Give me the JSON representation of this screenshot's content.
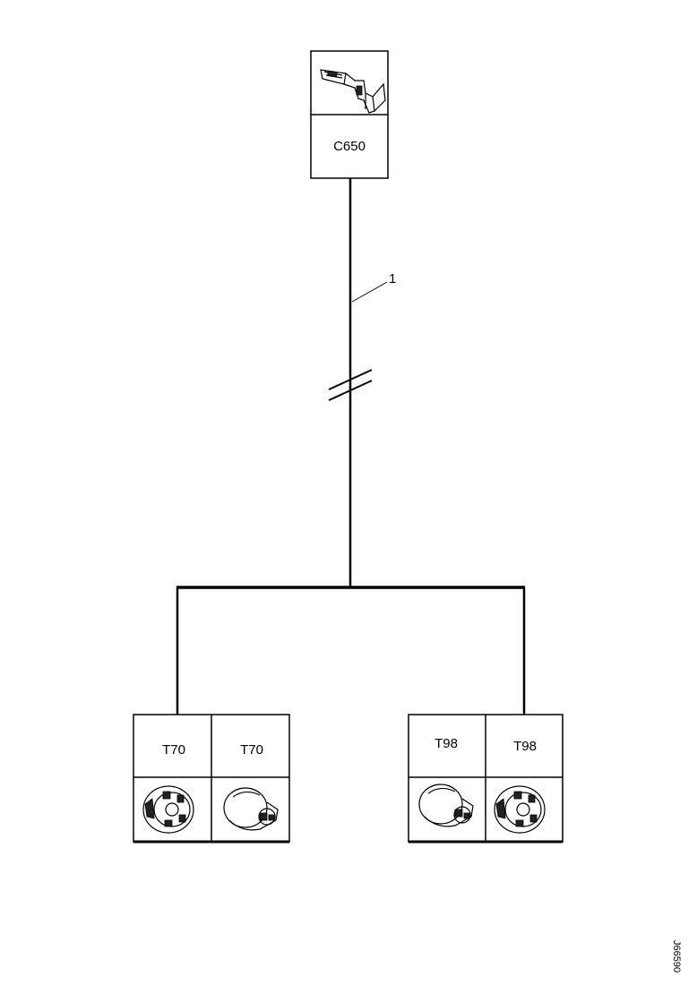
{
  "top_connector": {
    "label": "C650",
    "icon": "terminal-clip-icon"
  },
  "wire": {
    "callout": "1"
  },
  "bottom_connectors": [
    {
      "label": "T70",
      "icon": "round-connector-front-icon"
    },
    {
      "label": "T70",
      "icon": "round-connector-side-icon"
    },
    {
      "label": "T98",
      "icon": "round-connector-side-icon"
    },
    {
      "label": "T98",
      "icon": "round-connector-front-icon"
    }
  ],
  "reference_code": "J66590"
}
